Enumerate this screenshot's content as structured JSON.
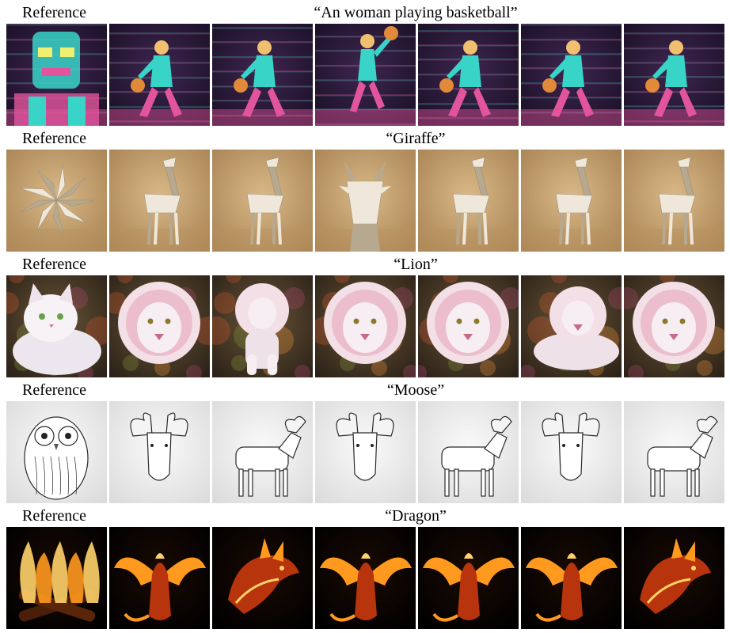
{
  "rows": [
    {
      "reference_label": "Reference",
      "prompt": "“An woman playing basketball”",
      "style": "glitch",
      "reference_subject": "robot",
      "generated_subjects": [
        "woman-dribbling",
        "woman-dribbling",
        "woman-jumping",
        "woman-dribbling",
        "woman-dribbling",
        "woman-dribbling"
      ],
      "colors": {
        "bg": "#2a1a3a",
        "accent1": "#38d4c8",
        "accent2": "#e2559c",
        "accent3": "#f0c070"
      }
    },
    {
      "reference_label": "Reference",
      "prompt": "“Giraffe”",
      "style": "origami",
      "reference_subject": "paper-flower",
      "generated_subjects": [
        "giraffe",
        "giraffe",
        "giraffe-head",
        "giraffe",
        "giraffe",
        "giraffe"
      ],
      "colors": {
        "bg": "#c9a574",
        "accent1": "#efe8da",
        "accent2": "#b7a98f",
        "accent3": "#8c6e46"
      }
    },
    {
      "reference_label": "Reference",
      "prompt": "“Lion”",
      "style": "painterly",
      "reference_subject": "white-cat",
      "generated_subjects": [
        "lion-head",
        "lion-sitting",
        "lion-head",
        "lion-head",
        "lion-lying",
        "lion-head"
      ],
      "colors": {
        "bg": "#4a3a2a",
        "accent1": "#f2e6ee",
        "accent2": "#e08aa8",
        "accent3": "#c8862e"
      }
    },
    {
      "reference_label": "Reference",
      "prompt": "“Moose”",
      "style": "sketch",
      "reference_subject": "owl",
      "generated_subjects": [
        "moose-head",
        "moose-standing",
        "moose-head",
        "moose-standing",
        "moose-head",
        "moose-standing"
      ],
      "colors": {
        "bg": "#efefef",
        "accent1": "#2a2a2a",
        "accent2": "#888888",
        "accent3": "#d6d6d6"
      }
    },
    {
      "reference_label": "Reference",
      "prompt": "“Dragon”",
      "style": "fire",
      "reference_subject": "campfire",
      "generated_subjects": [
        "dragon-wings",
        "dragon-head",
        "dragon-wings",
        "dragon-wings",
        "dragon-wings",
        "dragon-head"
      ],
      "colors": {
        "bg": "#0c0604",
        "accent1": "#ff9a1f",
        "accent2": "#ffd36a",
        "accent3": "#b8340c"
      }
    }
  ]
}
